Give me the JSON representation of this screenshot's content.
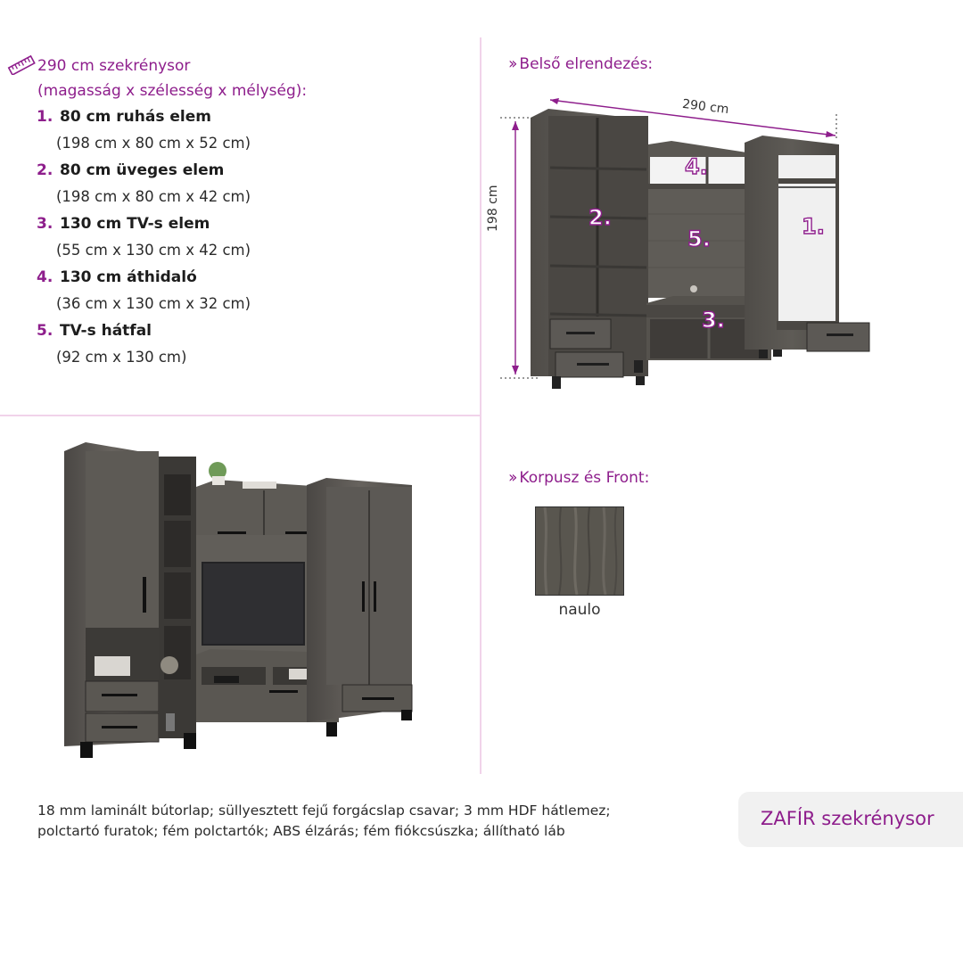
{
  "specs": {
    "header_line1": "290 cm szekrénysor",
    "header_line2": "(magasság x szélesség x mélység):",
    "items": [
      {
        "num": "1.",
        "title": "80 cm ruhás elem",
        "dims": "(198 cm x 80 cm x 52 cm)"
      },
      {
        "num": "2.",
        "title": "80 cm üveges elem",
        "dims": "(198 cm x 80 cm x 42 cm)"
      },
      {
        "num": "3.",
        "title": "130 cm TV-s elem",
        "dims": "(55 cm x 130 cm x 42 cm)"
      },
      {
        "num": "4.",
        "title": "130 cm áthidaló",
        "dims": "(36 cm x 130 cm x 32 cm)"
      },
      {
        "num": "5.",
        "title": "TV-s hátfal",
        "dims": "(92 cm x 130 cm)"
      }
    ]
  },
  "layout_section": {
    "title": "Belső elrendezés:",
    "width_label": "290 cm",
    "height_label": "198 cm",
    "markers": [
      "1.",
      "2.",
      "3.",
      "4.",
      "5."
    ]
  },
  "material_section": {
    "title": "Korpusz és Front:",
    "swatch_label": "naulo"
  },
  "footer": {
    "line1": "18 mm laminált bútorlap; süllyesztett fejű forgácslap csavar; 3 mm HDF hátlemez;",
    "line2": "polctartó furatok; fém polctartók; ABS élzárás; fém fiókcsúszka; állítható láb",
    "product_name": "ZAFÍR szekrénysor"
  },
  "icons": {
    "ruler": "ruler-icon",
    "chevron": "double-chevron-right-icon"
  },
  "colors": {
    "accent": "#8e1e8c",
    "wood": "#5a5752",
    "divider": "#f1d3ea",
    "badge_bg": "#f1f1f1"
  }
}
